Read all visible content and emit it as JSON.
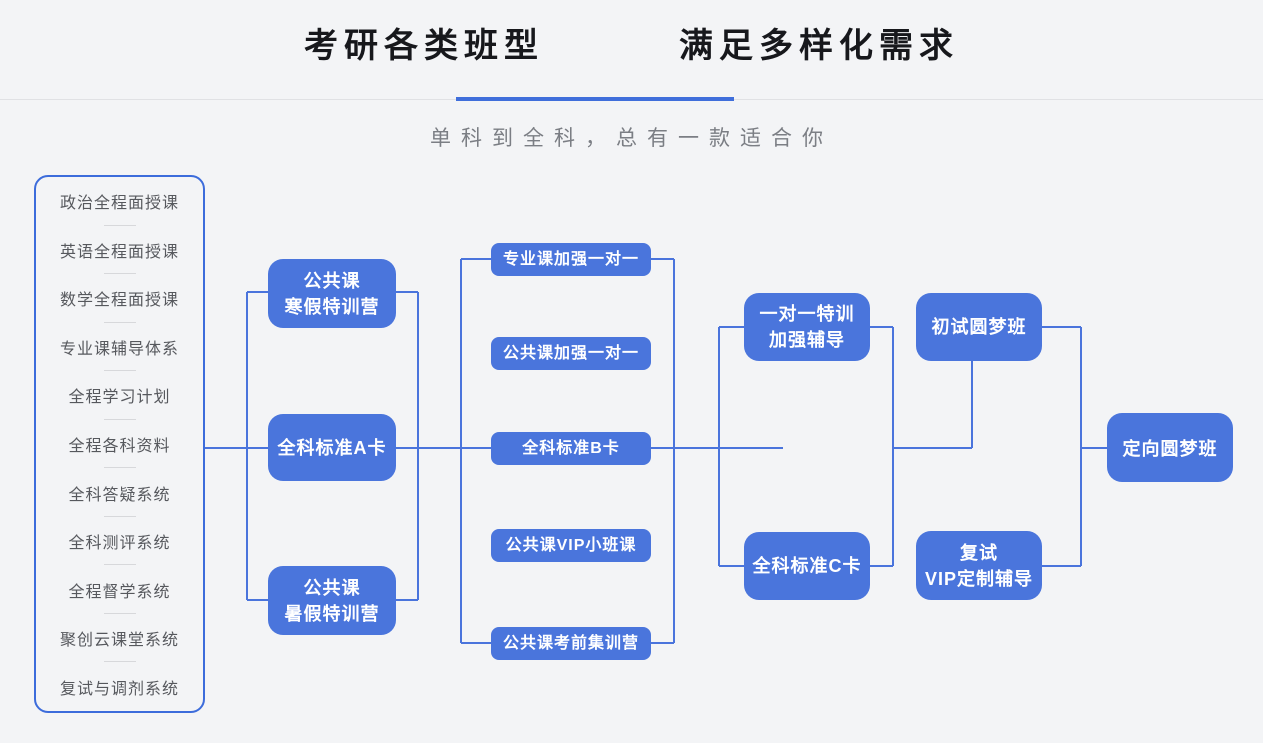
{
  "header": {
    "title_left": "考研各类班型",
    "title_right": "满足多样化需求",
    "subtitle": "单科到全科，总有一款适合你"
  },
  "colors": {
    "background": "#f3f4f6",
    "box_blue": "#4a75dc",
    "connector_blue": "#4a74dc",
    "panel_border_blue": "#3c6cdb",
    "title_underline_blue": "#3f6edb",
    "title_text": "#17181c",
    "subtitle_text": "#7b7e84",
    "panel_text": "#56585d"
  },
  "panel": {
    "items": [
      "政治全程面授课",
      "英语全程面授课",
      "数学全程面授课",
      "专业课辅导体系",
      "全程学习计划",
      "全程各科资料",
      "全科答疑系统",
      "全科测评系统",
      "全程督学系统",
      "聚创云课堂系统",
      "复试与调剂系统"
    ]
  },
  "boxes": {
    "winter_camp": {
      "line1": "公共课",
      "line2": "寒假特训营"
    },
    "card_a": {
      "label": "全科标准A卡"
    },
    "summer_camp": {
      "line1": "公共课",
      "line2": "暑假特训营"
    },
    "pro_course_1on1": {
      "label": "专业课加强一对一"
    },
    "public_course_1on1": {
      "label": "公共课加强一对一"
    },
    "card_b": {
      "label": "全科标准B卡"
    },
    "public_vip_small_class": {
      "label": "公共课VIP小班课"
    },
    "public_pre_exam_camp": {
      "label": "公共课考前集训营"
    },
    "one_on_one_sprint": {
      "line1": "一对一特训",
      "line2": "加强辅导"
    },
    "card_c": {
      "label": "全科标准C卡"
    },
    "first_exam_dream_class": {
      "label": "初试圆梦班"
    },
    "retest_vip_tutoring": {
      "line1": "复试",
      "line2": "VIP定制辅导"
    },
    "targeted_dream_class": {
      "label": "定向圆梦班"
    }
  }
}
